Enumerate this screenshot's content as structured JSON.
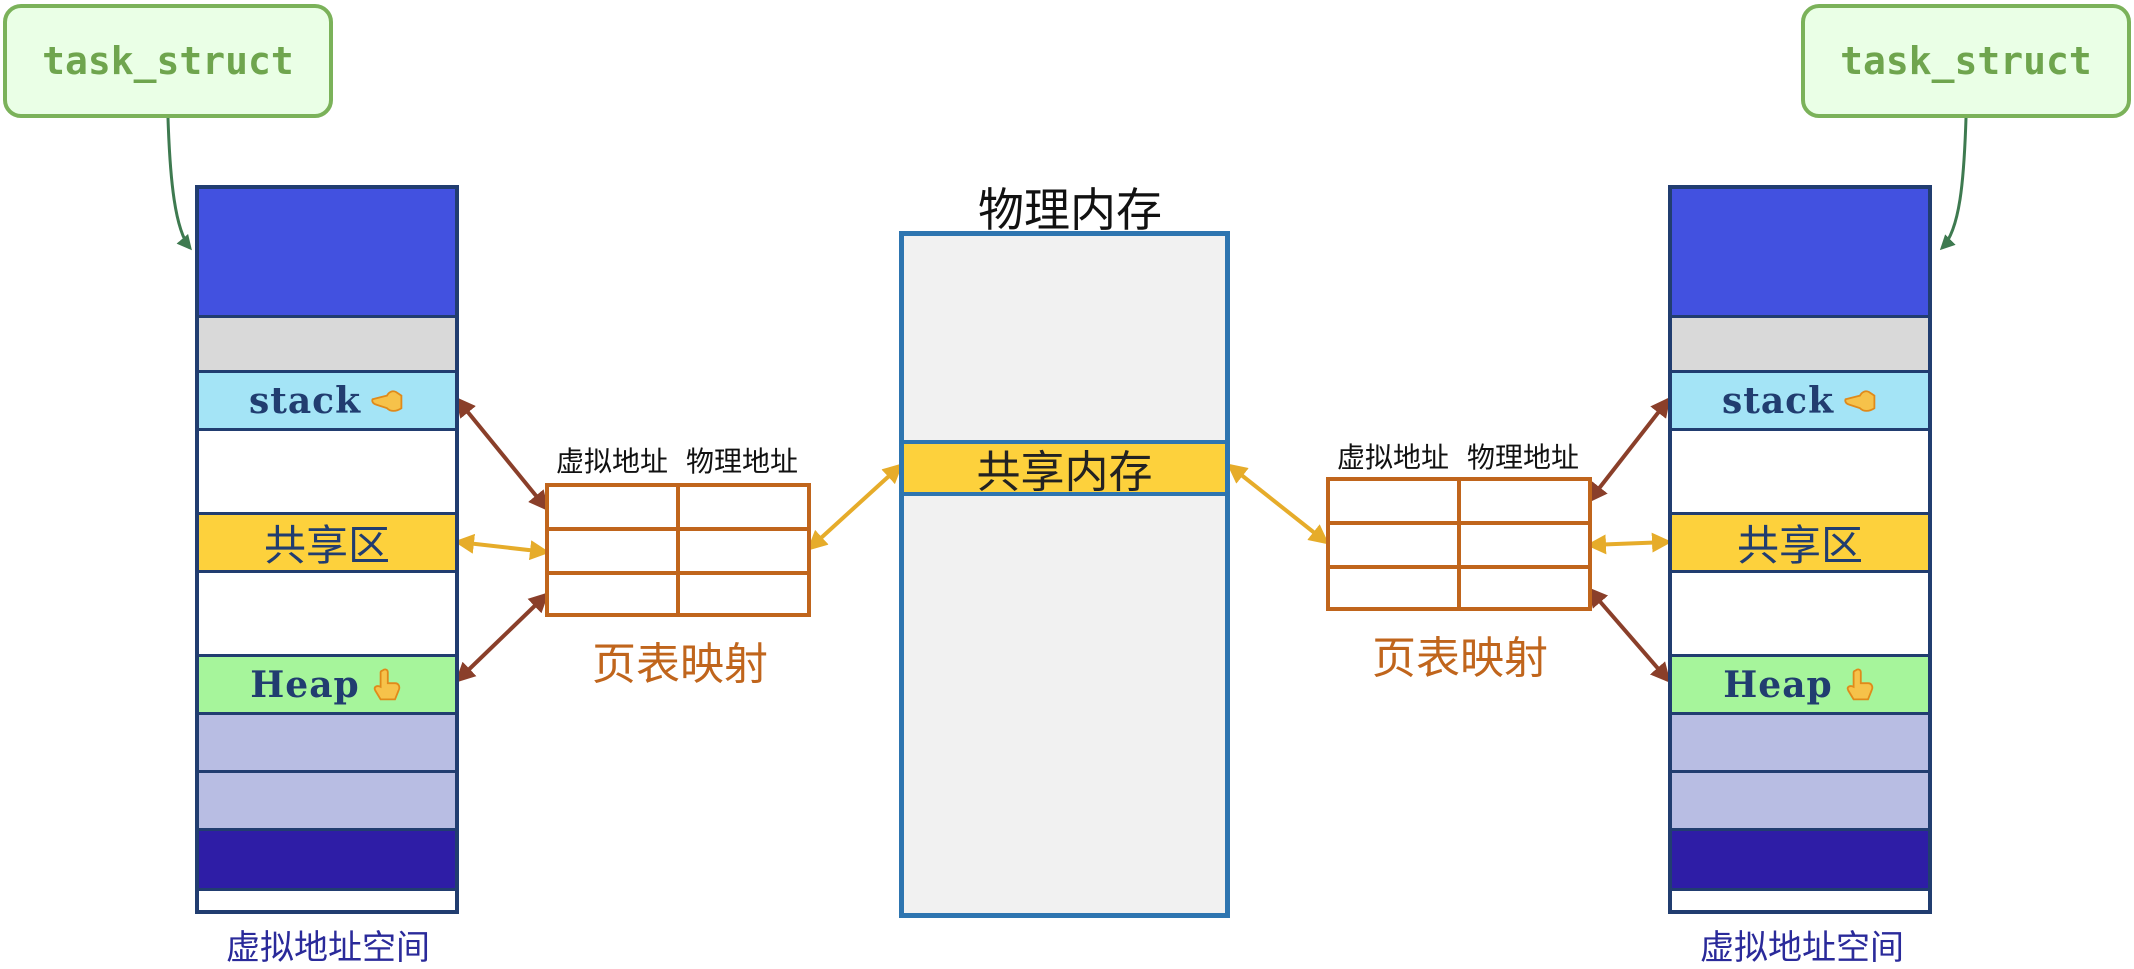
{
  "task_struct": {
    "left": "task_struct",
    "right": "task_struct"
  },
  "physical_memory": {
    "title": "物理内存",
    "shared": "共享内存"
  },
  "page_table": {
    "virt_header": "虚拟地址",
    "phys_header": "物理地址",
    "label": "页表映射"
  },
  "address_space": {
    "label": "虚拟地址空间",
    "segments": {
      "stack": "stack",
      "shared": "共享区",
      "heap": "Heap"
    }
  },
  "colors": {
    "kernel": "#4251e0",
    "gray": "#d9d9d9",
    "stack": "#a4e4f6",
    "shared": "#fdd13c",
    "heap": "#a6f59b",
    "lavender": "#b8bde3",
    "dark": "#2e1da6",
    "page_table": "#c0651c",
    "phys_border": "#2e75b0",
    "task_green": "#7bb25a"
  },
  "icons": [
    "hand-pointing-left-icon",
    "hand-pointing-up-icon",
    "arrow-icon"
  ]
}
